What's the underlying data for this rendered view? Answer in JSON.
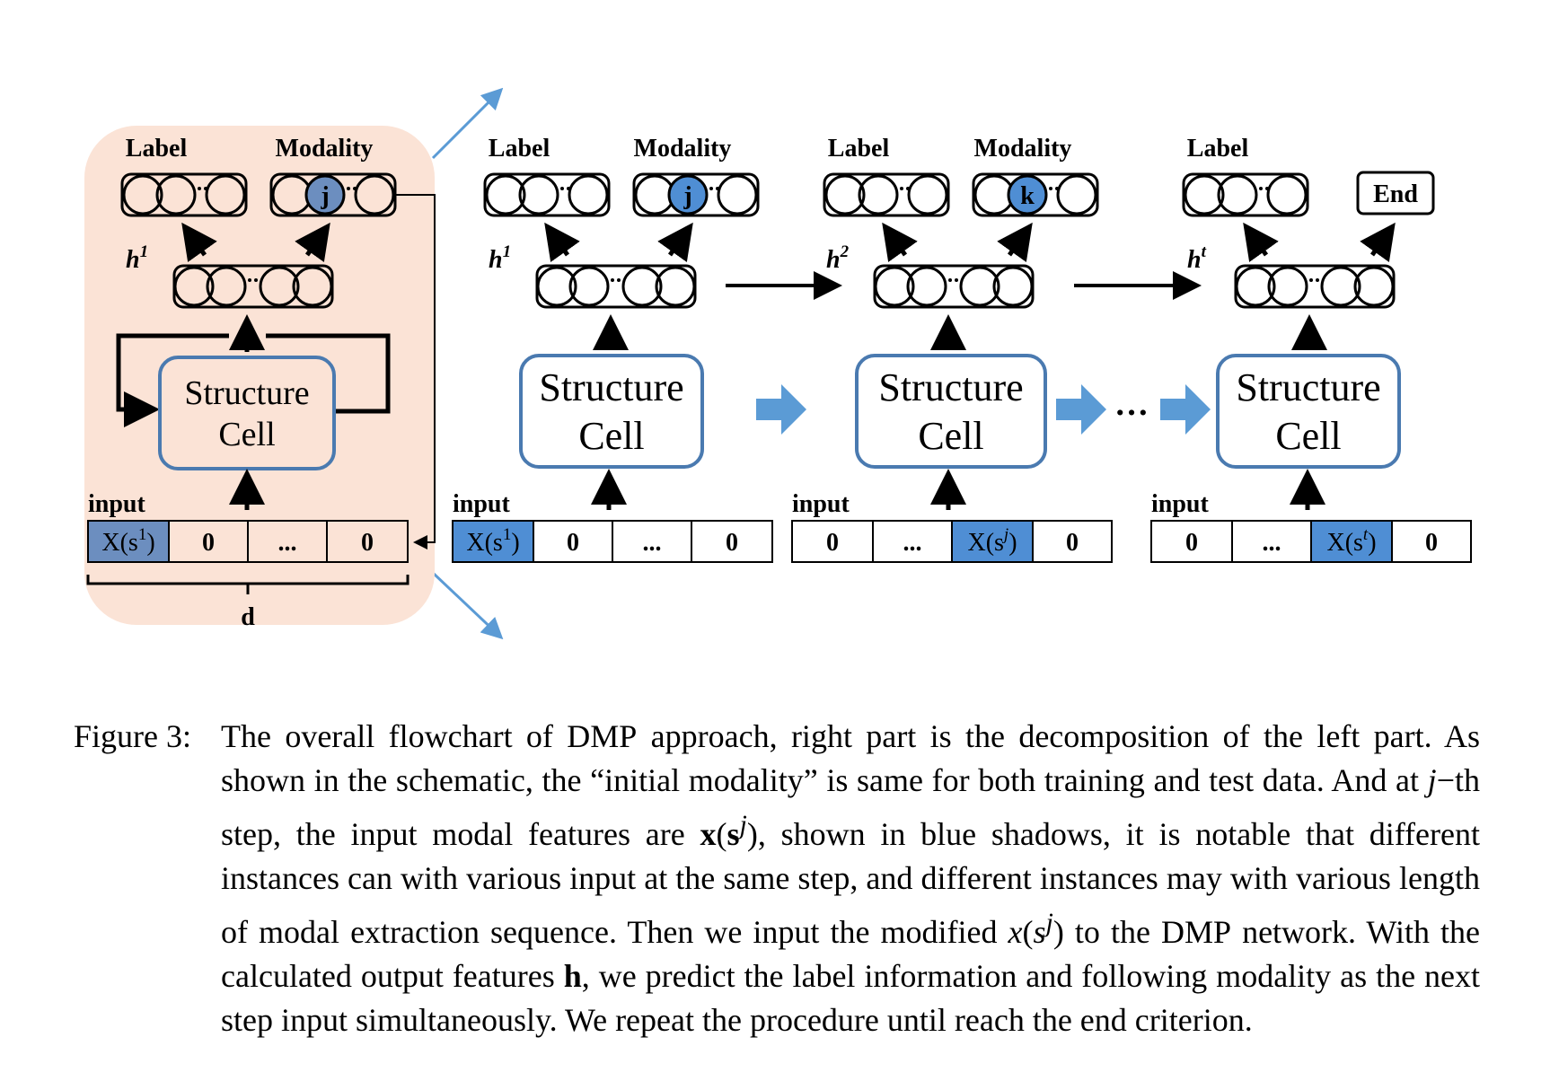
{
  "figure": {
    "labels": {
      "label": "Label",
      "modality": "Modality",
      "input": "input",
      "end": "End",
      "d": "d",
      "ellipsis": "...",
      "zero": "0",
      "dots": "…"
    },
    "cell": {
      "line1": "Structure",
      "line2": "Cell"
    },
    "h": {
      "base": "h",
      "s1": "1",
      "s2": "2",
      "st": "t"
    },
    "x": {
      "pre": "X(s",
      "s1": "1",
      "sj": "j",
      "st": "t",
      "close": ")"
    },
    "modality_marks": {
      "j": "j",
      "k": "k"
    },
    "colors": {
      "panel": "#fbe3d6",
      "cell_border": "#4a7ab0",
      "highlight": "#4f8ed4",
      "arrow": "#5b9bd5",
      "left_shade": "#6c8ebf"
    }
  },
  "caption": {
    "number": "Figure 3:",
    "segments": [
      {
        "t": "The overall flowchart of "
      },
      {
        "t": "DMP",
        "s": "sc"
      },
      {
        "t": " approach, right part is the decomposition of the left part. As shown in the schematic, the “initial modality” is same for both training and test data. And at "
      },
      {
        "t": "j",
        "s": "i"
      },
      {
        "t": "−th step, the input modal features are "
      },
      {
        "t": "x",
        "s": "b"
      },
      {
        "t": "("
      },
      {
        "t": "s",
        "s": "b"
      },
      {
        "t": "j",
        "s": "supi"
      },
      {
        "t": "), shown in blue shadows, it is notable that different instances can with various input at the same step, and different instances may with various length of modal extraction sequence. Then we input the modified "
      },
      {
        "t": "x",
        "s": "i"
      },
      {
        "t": "("
      },
      {
        "t": "s",
        "s": "i"
      },
      {
        "t": "j",
        "s": "supi"
      },
      {
        "t": ") to the "
      },
      {
        "t": "DMP",
        "s": "sc"
      },
      {
        "t": " network. With the calculated output features "
      },
      {
        "t": "h",
        "s": "b"
      },
      {
        "t": ", we predict the label information and following modality as the next step input simultaneously. We repeat the procedure until reach the end criterion."
      }
    ]
  }
}
